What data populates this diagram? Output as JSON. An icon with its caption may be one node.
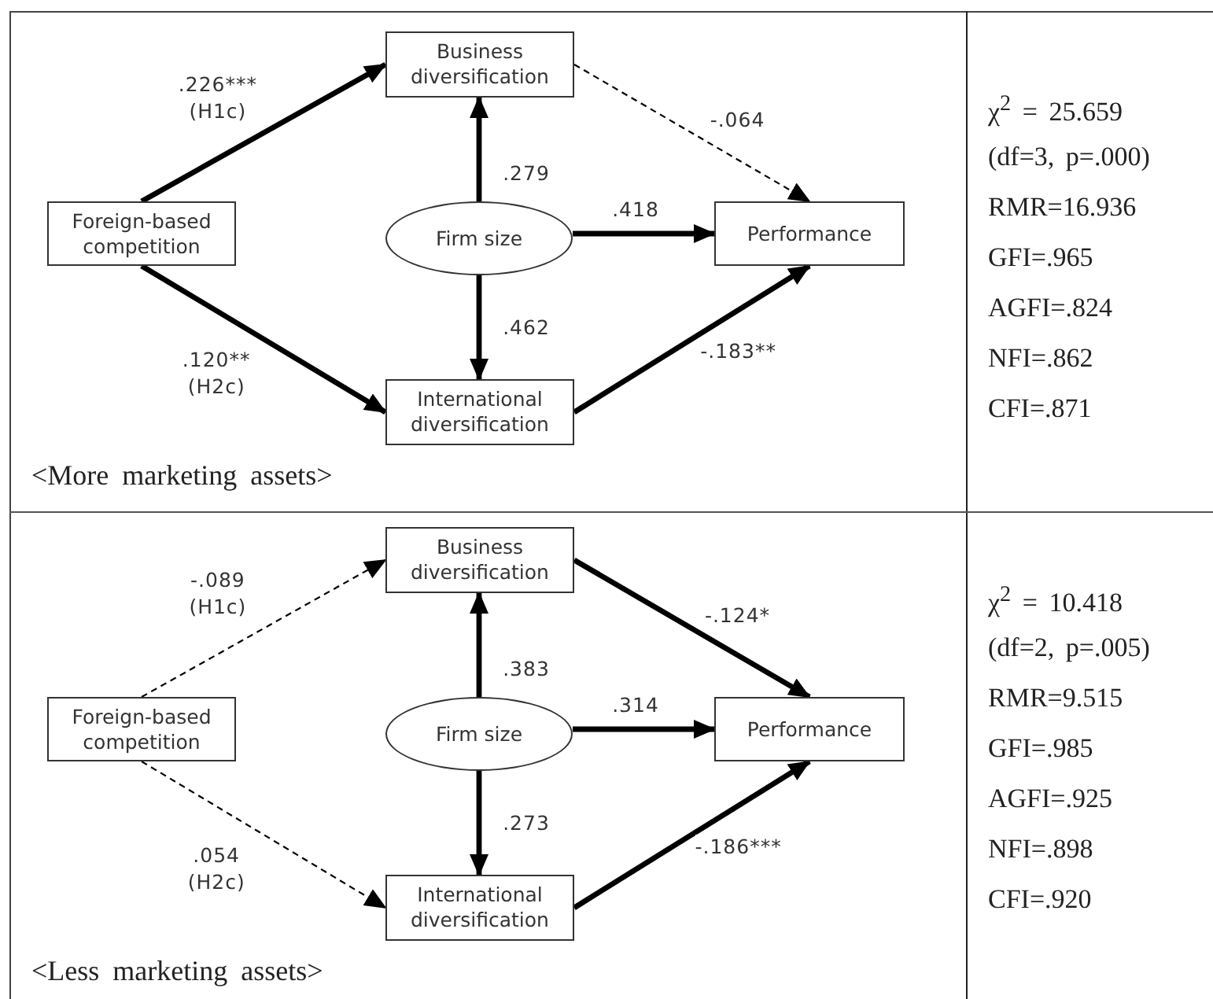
{
  "diagram": {
    "nodes": [
      {
        "text": [
          "Business diversification"
        ]
      },
      {
        "text": [
          "Foreign-based competition"
        ]
      },
      {
        "text": [
          "Firm size"
        ]
      },
      {
        "text": [
          "Performance"
        ]
      },
      {
        "text": [
          "International diversification"
        ]
      },
      {
        "text": [
          "Business diversification"
        ]
      },
      {
        "text": [
          "Foreign-based competition"
        ]
      },
      {
        "text": [
          "Firm size"
        ]
      },
      {
        "text": [
          "Performance"
        ]
      },
      {
        "text": [
          "International diversification"
        ]
      }
    ],
    "edges": [
      {
        "from": 1,
        "to": 0,
        "arrow": "to",
        "label": ".226*** (H1c)"
      },
      {
        "from": 1,
        "to": 4,
        "arrow": "to",
        "label": ".120** (H2c)"
      },
      {
        "from": 2,
        "to": 0,
        "arrow": "to",
        "label": ".279"
      },
      {
        "from": 2,
        "to": 3,
        "arrow": "to",
        "label": ".418"
      },
      {
        "from": 2,
        "to": 4,
        "arrow": "to",
        "label": ".462"
      },
      {
        "from": 0,
        "to": 3,
        "arrow": "to",
        "label": "-.064",
        "style": "dashed"
      },
      {
        "from": 4,
        "to": 3,
        "arrow": "to",
        "label": "-.183**"
      },
      {
        "from": 6,
        "to": 5,
        "arrow": "to",
        "label": "-.089 (H1c)",
        "style": "dashed"
      },
      {
        "from": 6,
        "to": 9,
        "arrow": "to",
        "label": ".054 (H2c)",
        "style": "dashed"
      },
      {
        "from": 7,
        "to": 5,
        "arrow": "to",
        "label": ".383"
      },
      {
        "from": 7,
        "to": 8,
        "arrow": "to",
        "label": ".314"
      },
      {
        "from": 7,
        "to": 9,
        "arrow": "to",
        "label": ".273"
      },
      {
        "from": 5,
        "to": 8,
        "arrow": "to",
        "label": "-.124*"
      },
      {
        "from": 9,
        "to": 8,
        "arrow": "to",
        "label": "-.186***"
      }
    ],
    "labels": [
      "<More marketing assets>",
      "χ$^{2}$ = 25.659",
      "(df=3, p=.000)",
      "RMR=16.936",
      "GFI=.965",
      "AGFI=.824",
      "NFI=.862",
      "CFI=.871",
      "<Less marketing assets>",
      "χ$^{2}$ = 10.418",
      "(df=2, p=.005)",
      "RMR=9.515",
      "GFI=.985",
      "AGFI=.925",
      "NFI=.898",
      "CFI=.920"
    ]
  }
}
